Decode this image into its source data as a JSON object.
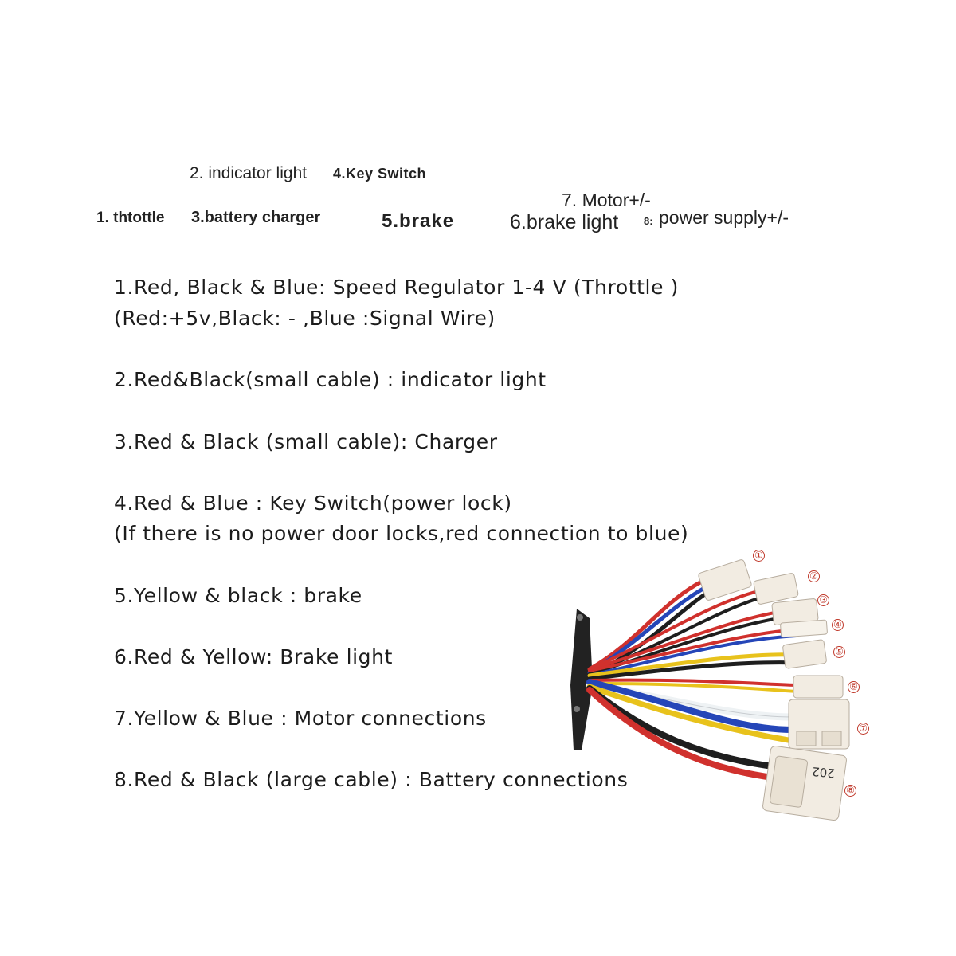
{
  "top_labels": {
    "indicator_light": "2. indicator light",
    "key_switch": "4.Key Switch",
    "motor": "7. Motor+/-",
    "throttle": "1. thtottle",
    "battery_charger": "3.battery charger",
    "brake": "5.brake",
    "brake_light": "6.brake light",
    "power_supply_num": "8:",
    "power_supply": "power supply+/-"
  },
  "descriptions": [
    "1.Red, Black & Blue: Speed Regulator 1-4 V (Throttle )",
    "(Red:+5v,Black: - ,Blue :Signal Wire)",
    "2.Red&Black(small cable) : indicator light",
    "3.Red & Black (small cable): Charger",
    "4.Red & Blue : Key Switch(power lock)",
    "(If there is no power door locks,red connection to blue)",
    "5.Yellow & black : brake",
    "6.Red & Yellow: Brake light",
    "7.Yellow & Blue : Motor connections",
    "8.Red & Black (large cable) : Battery connections"
  ],
  "harness": {
    "markers": [
      "①",
      "②",
      "③",
      "④",
      "⑤",
      "⑥",
      "⑦",
      "⑧"
    ],
    "connector_8_text": "202",
    "wire_colors": {
      "red": "#d0312d",
      "black": "#1e1e1e",
      "blue": "#2546b8",
      "yellow": "#e8c21c",
      "white": "#eef2f4"
    }
  }
}
